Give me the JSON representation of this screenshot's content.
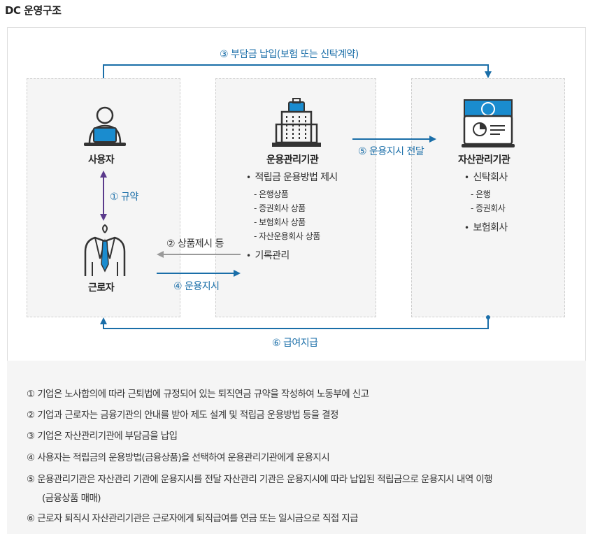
{
  "title": "DC 운영구조",
  "entities": {
    "user": "사용자",
    "worker": "근로자",
    "operator": "운용관리기관",
    "asset": "자산관리기관"
  },
  "flows": {
    "f1": "① 규약",
    "f2": "② 상품제시 등",
    "f3": "③ 부담금 납입(보험 또는 신탁계약)",
    "f4": "④ 운용지시",
    "f5": "⑤ 운용지시 전달",
    "f6": "⑥ 급여지급"
  },
  "operator_details": {
    "b1": "적립금 운용방법 제시",
    "subs": [
      "- 은행상품",
      "- 증권회사 상품",
      "- 보험회사 상품",
      "- 자산운용회사 상품"
    ],
    "b2": "기록관리"
  },
  "asset_details": {
    "b1": "신탁회사",
    "subs": [
      "- 은행",
      "- 증권회사"
    ],
    "b2": "보험회사"
  },
  "notes": [
    "① 기업은 노사합의에 따라 근퇴법에 규정되어 있는 퇴직연금 규약을 작성하여 노동부에 신고",
    "② 기업과 근로자는 금융기관의 안내를 받아 제도 설계 및 적립금 운용방법 등을 결정",
    "③ 기업은 자산관리기관에 부담금을 납입",
    "④ 사용자는 적립금의 운용방법(금융상품)을 선택하여 운용관리기관에게 운용지시",
    "⑤ 운용관리기관은 자산관리 기관에 운용지시를 전달 자산관리 기관은 운용지시에 따라 납입된 적립금으로 운용지시 내역 이행",
    "(금융상품 매매)",
    "⑥ 근로자 퇴직시 자산관리기관은 근로자에게 퇴직급여를 연금 또는 일시금으로 직접 지급"
  ],
  "colors": {
    "accent_blue": "#1a6ea8",
    "purple": "#5b3a8c",
    "gray_arrow": "#9a9a9a",
    "icon_dark": "#333333"
  }
}
